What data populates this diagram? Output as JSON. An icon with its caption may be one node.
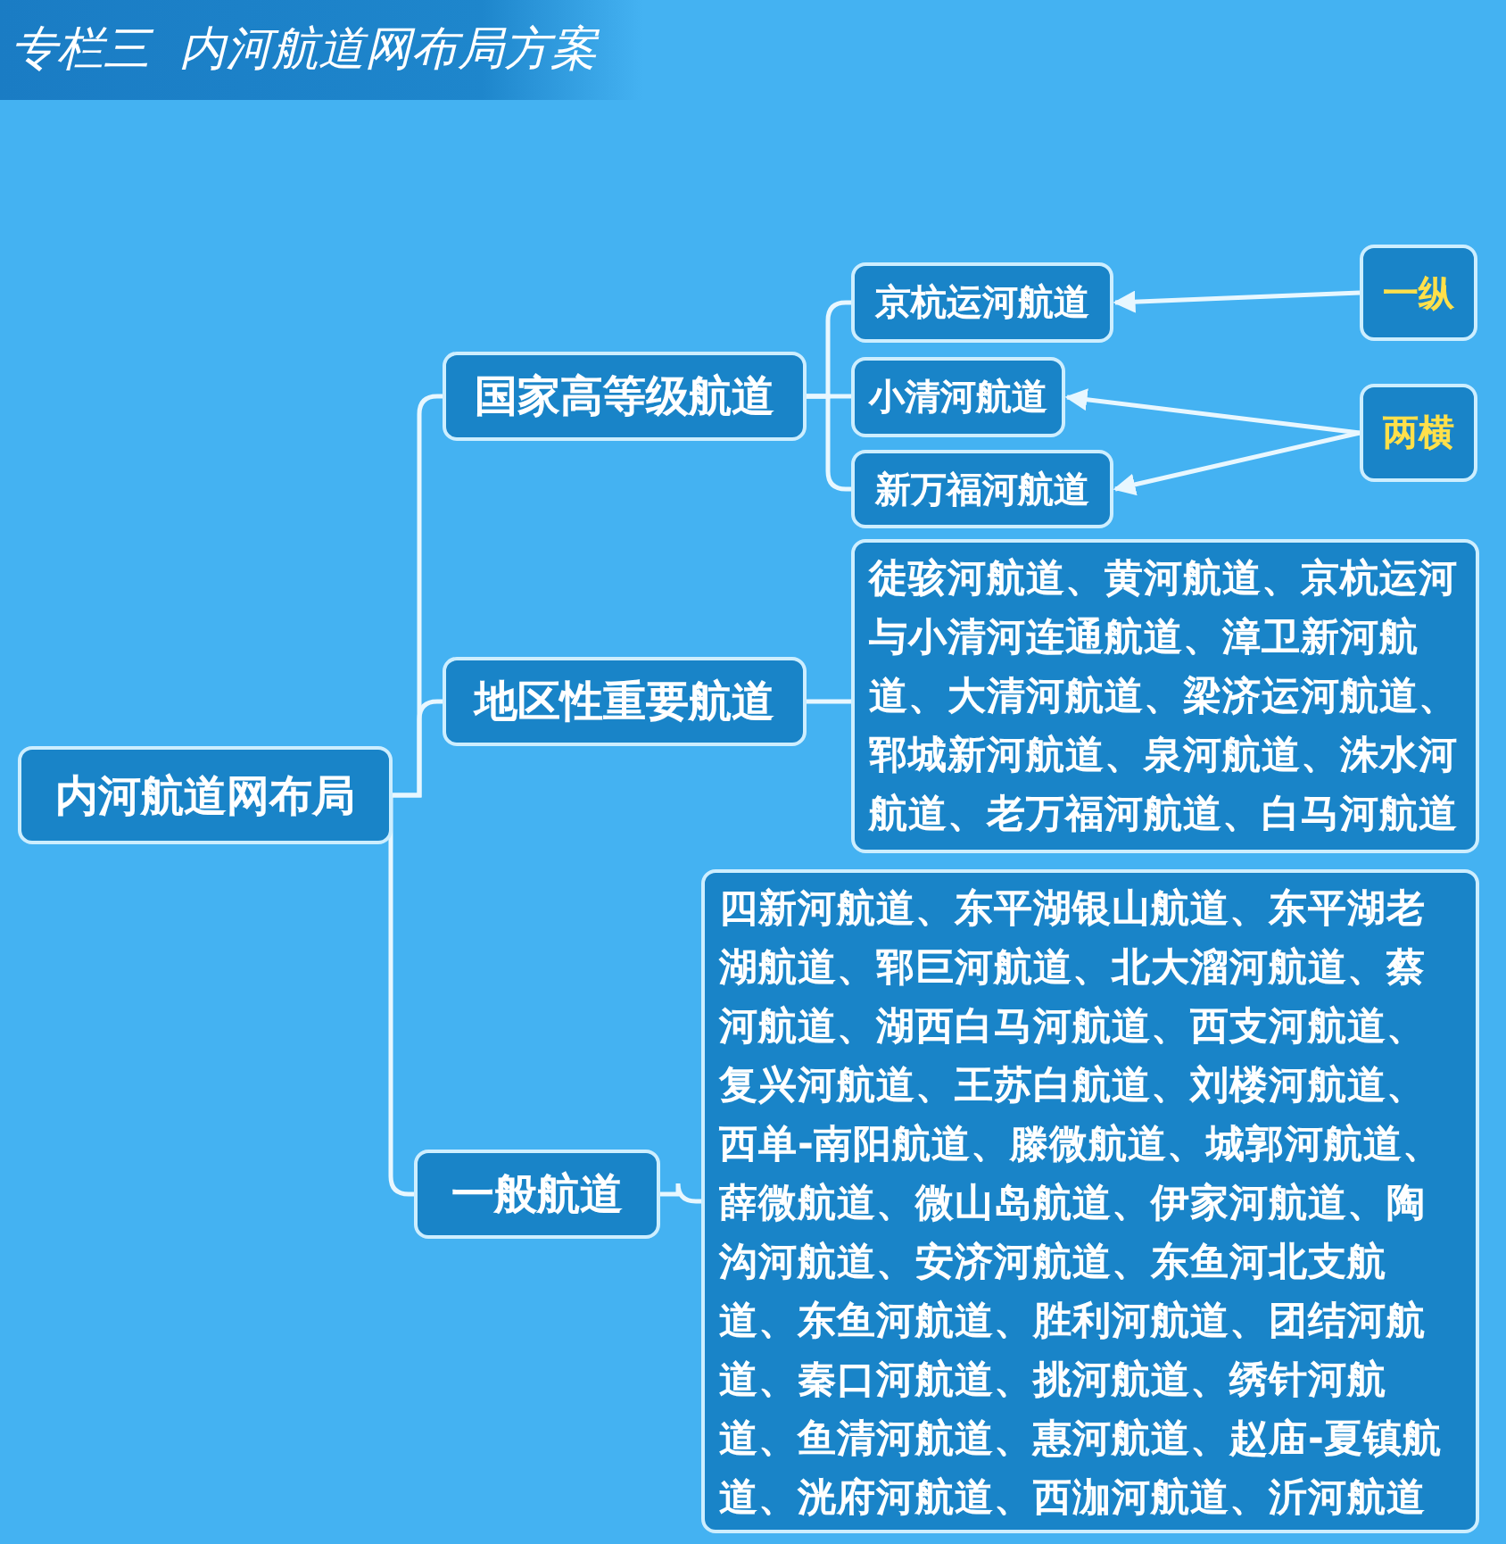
{
  "diagram": {
    "title": "专栏三  内河航道网布局方案",
    "nodes": [
      {
        "text": [
          "内河航道网布局"
        ]
      },
      {
        "text": [
          "国家高等级航道"
        ]
      },
      {
        "text": [
          "京杭运河航道"
        ]
      },
      {
        "text": [
          "小清河航道"
        ]
      },
      {
        "text": [
          "新万福河航道"
        ]
      },
      {
        "text": [
          "一纵"
        ]
      },
      {
        "text": [
          "两横"
        ]
      },
      {
        "text": [
          "地区性重要航道"
        ]
      },
      {
        "text": [
          "徒骇河航道、黄河航道、京杭运河与小清河连通航道、漳卫新河航道、大清河航道、梁济运河航道、郓城新河航道、泉河航道、洙水河航道、老万福河航道、白马河航道"
        ]
      },
      {
        "text": [
          "一般航道"
        ]
      },
      {
        "text": [
          "四新河航道、东平湖银山航道、东平湖老湖航道、郓巨河航道、北大溜河航道、蔡河航道、湖西白马河航道、西支河航道、复兴河航道、王苏白航道、刘楼河航道、西单-南阳航道、滕微航道、城郭河航道、薛微航道、微山岛航道、伊家河航道、陶沟河航道、安济河航道、东鱼河北支航道、东鱼河航道、胜利河航道、团结河航道、秦口河航道、挑河航道、绣针河航道、鱼清河航道、惠河航道、赵庙-夏镇航道、洸府河航道、西泇河航道、沂河航道"
        ]
      }
    ],
    "edges": [
      {
        "from": 0,
        "to": 1,
        "arrow": "none"
      },
      {
        "from": 0,
        "to": 7,
        "arrow": "none"
      },
      {
        "from": 0,
        "to": 9,
        "arrow": "none"
      },
      {
        "from": 1,
        "to": 2,
        "arrow": "none"
      },
      {
        "from": 1,
        "to": 3,
        "arrow": "none"
      },
      {
        "from": 1,
        "to": 4,
        "arrow": "none"
      },
      {
        "from": 7,
        "to": 8,
        "arrow": "none"
      },
      {
        "from": 9,
        "to": 10,
        "arrow": "none"
      },
      {
        "from": 5,
        "to": 2,
        "arrow": "to"
      },
      {
        "from": 6,
        "to": 3,
        "arrow": "to"
      },
      {
        "from": 6,
        "to": 4,
        "arrow": "to"
      }
    ]
  }
}
